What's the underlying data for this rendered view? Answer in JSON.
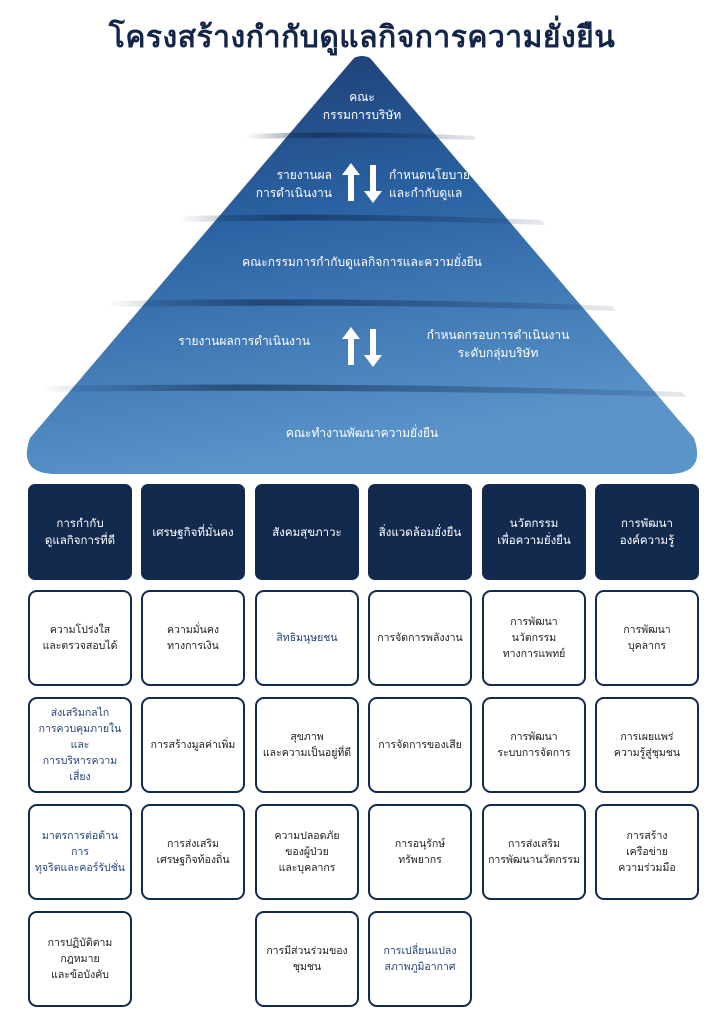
{
  "title": "โครงสร้างกำกับดูแลกิจการความยั่งยืน",
  "pyramid": {
    "top_label": "คณะ\nกรรมการบริษัท",
    "report_1": "รายงานผล\nการดำเนินงาน",
    "policy_1": "กำหนดนโยบาย\nและกำกับดูแล",
    "middle_label": "คณะกรรมการกำกับดูแลกิจการและความยั่งยืน",
    "report_2": "รายงานผลการดำเนินงาน",
    "policy_2": "กำหนดกรอบการดำเนินงาน\nระดับกลุ่มบริษัท",
    "bottom_label": "คณะทำงานพัฒนาความยั่งยืน"
  },
  "colors": {
    "title": "#14254a",
    "header_bg": "#132a4f",
    "pyramid_top": "#1f3e73",
    "pyramid_mid": "#2d6aab",
    "pyramid_bottom": "#5b95c8"
  },
  "columns": [
    {
      "header": "การกำกับ\nดูแลกิจการที่ดี",
      "items": [
        "ความโปร่งใส\nและตรวจสอบได้",
        "ส่งเสริมกลไก\nการควบคุมภายใน และ\nการบริหารความเสี่ยง",
        "มาตรการต่อต้านการ\nทุจริตและคอร์รัปชั่น",
        "การปฏิบัติตาม\nกฎหมาย\nและข้อบังคับ"
      ]
    },
    {
      "header": "เศรษฐกิจที่มั่นคง",
      "items": [
        "ความมั่นคง\nทางการเงิน",
        "การสร้างมูลค่าเพิ่ม",
        "การส่งเสริม\nเศรษฐกิจท้องถิ่น"
      ]
    },
    {
      "header": "สังคมสุขภาวะ",
      "items": [
        "สิทธิมนุษยชน",
        "สุขภาพ\nและความเป็นอยู่ที่ดี",
        "ความปลอดภัย\nของผู้ป่วย\nและบุคลากร",
        "การมีส่วนร่วมของ\nชุมชน"
      ]
    },
    {
      "header": "สิ่งแวดล้อมยั่งยืน",
      "items": [
        "การจัดการพลังงาน",
        "การจัดการของเสีย",
        "การอนุรักษ์ทรัพยากร",
        "การเปลี่ยนแปลง\nสภาพภูมิอากาศ"
      ]
    },
    {
      "header": "นวัตกรรม\nเพื่อความยั่งยืน",
      "items": [
        "การพัฒนา\nนวัตกรรม\nทางการแพทย์",
        "การพัฒนา\nระบบการจัดการ",
        "การส่งเสริม\nการพัฒนานวัตกรรม"
      ]
    },
    {
      "header": "การพัฒนา\nองค์ความรู้",
      "items": [
        "การพัฒนา\nบุคลากร",
        "การเผยแพร่\nความรู้สู่ชุมชน",
        "การสร้าง\nเครือข่าย\nความร่วมมือ"
      ]
    }
  ]
}
